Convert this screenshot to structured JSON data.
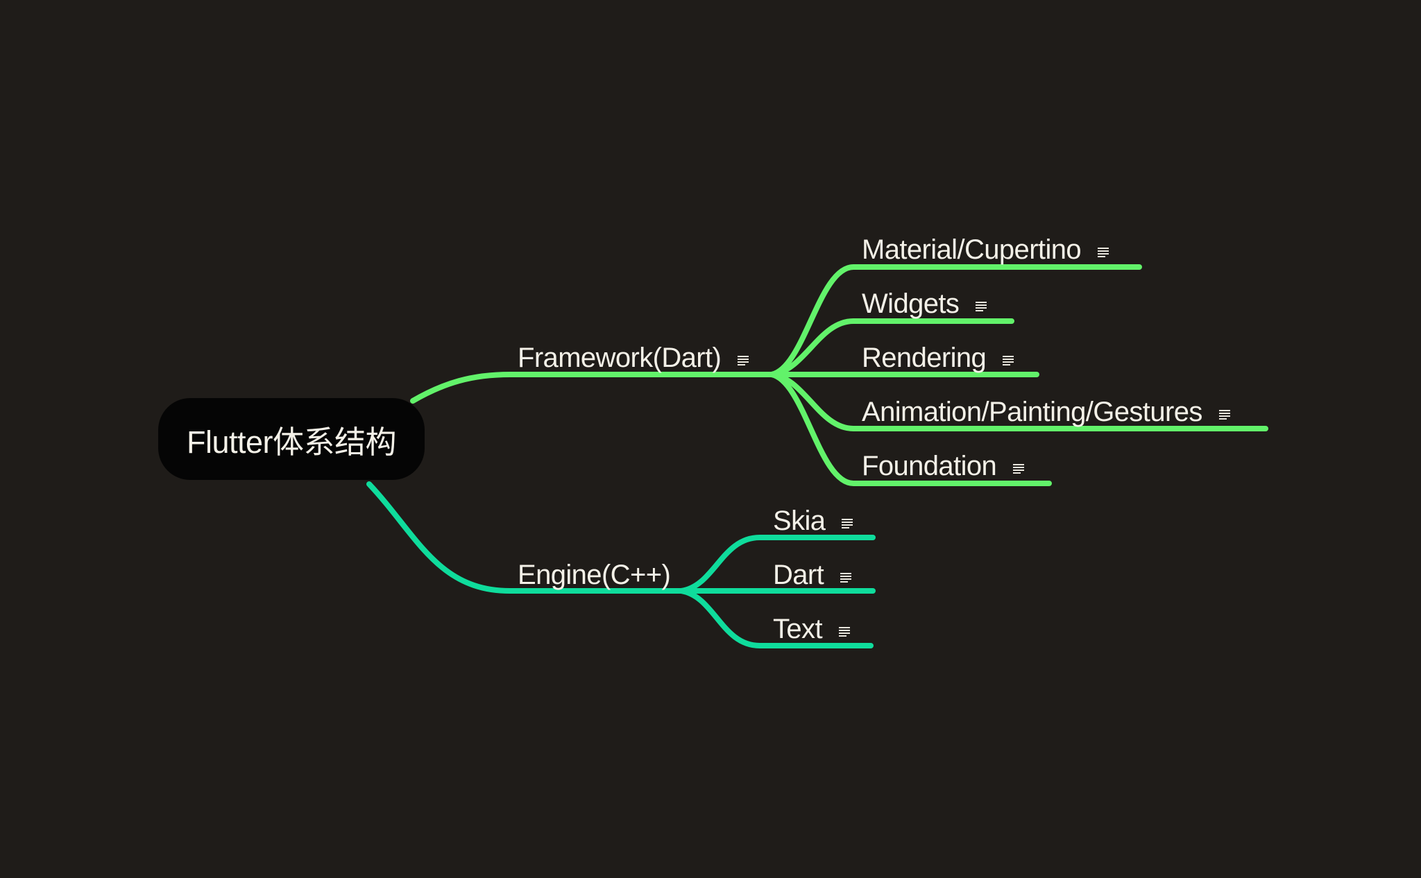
{
  "background": "#1f1c19",
  "colors": {
    "framework_branch": "#62f26a",
    "engine_branch": "#0fdc9c",
    "root_fill": "#050505",
    "text": "#f4f1e8"
  },
  "root": {
    "label": "Flutter体系结构"
  },
  "branches": [
    {
      "label": "Framework(Dart)",
      "has_note": true,
      "children": [
        {
          "label": "Material/Cupertino",
          "has_note": true
        },
        {
          "label": "Widgets",
          "has_note": true
        },
        {
          "label": "Rendering",
          "has_note": true
        },
        {
          "label": "Animation/Painting/Gestures",
          "has_note": true
        },
        {
          "label": "Foundation",
          "has_note": true
        }
      ]
    },
    {
      "label": "Engine(C++)",
      "has_note": false,
      "children": [
        {
          "label": "Skia",
          "has_note": true
        },
        {
          "label": "Dart",
          "has_note": true
        },
        {
          "label": "Text",
          "has_note": true
        }
      ]
    }
  ]
}
